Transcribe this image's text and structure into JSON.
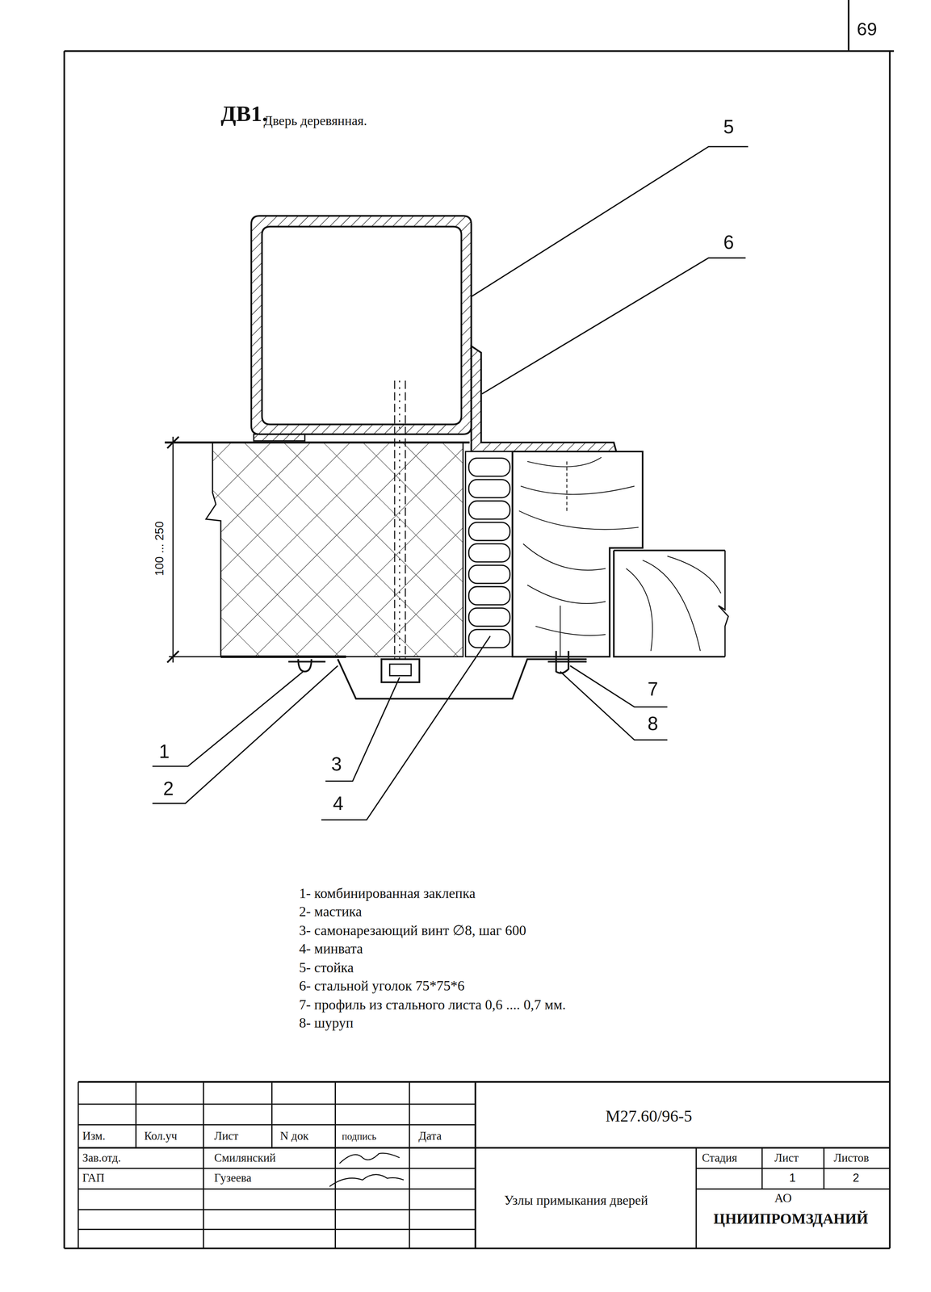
{
  "diagram": {
    "title": "ДВ1.",
    "labels": [
      "69",
      "Дверь деревянная.",
      "5",
      "6",
      "100 ... 250",
      "1",
      "2",
      "3",
      "4",
      "7",
      "8",
      "1- комбинированная заклепка",
      "2- мастика",
      "3- самонарезающий винт ∅8, шаг 600",
      "4- минвата",
      "5- стойка",
      "6- стальной уголок 75*75*6",
      "7- профиль из стального листа 0,6 .... 0,7 мм.",
      "8- шуруп",
      "М27.60/96-5",
      "Изм.",
      "Кол.уч",
      "Лист",
      "N док",
      "подпись",
      "Дата",
      "Зав.отд.",
      "Смилянский",
      "ГАП",
      "Гузеева",
      "Стадия",
      "Лист",
      "Листов",
      "1",
      "2",
      "Узлы примыкания дверей",
      "АО",
      "ЦНИИПРОМЗДАНИЙ"
    ]
  }
}
